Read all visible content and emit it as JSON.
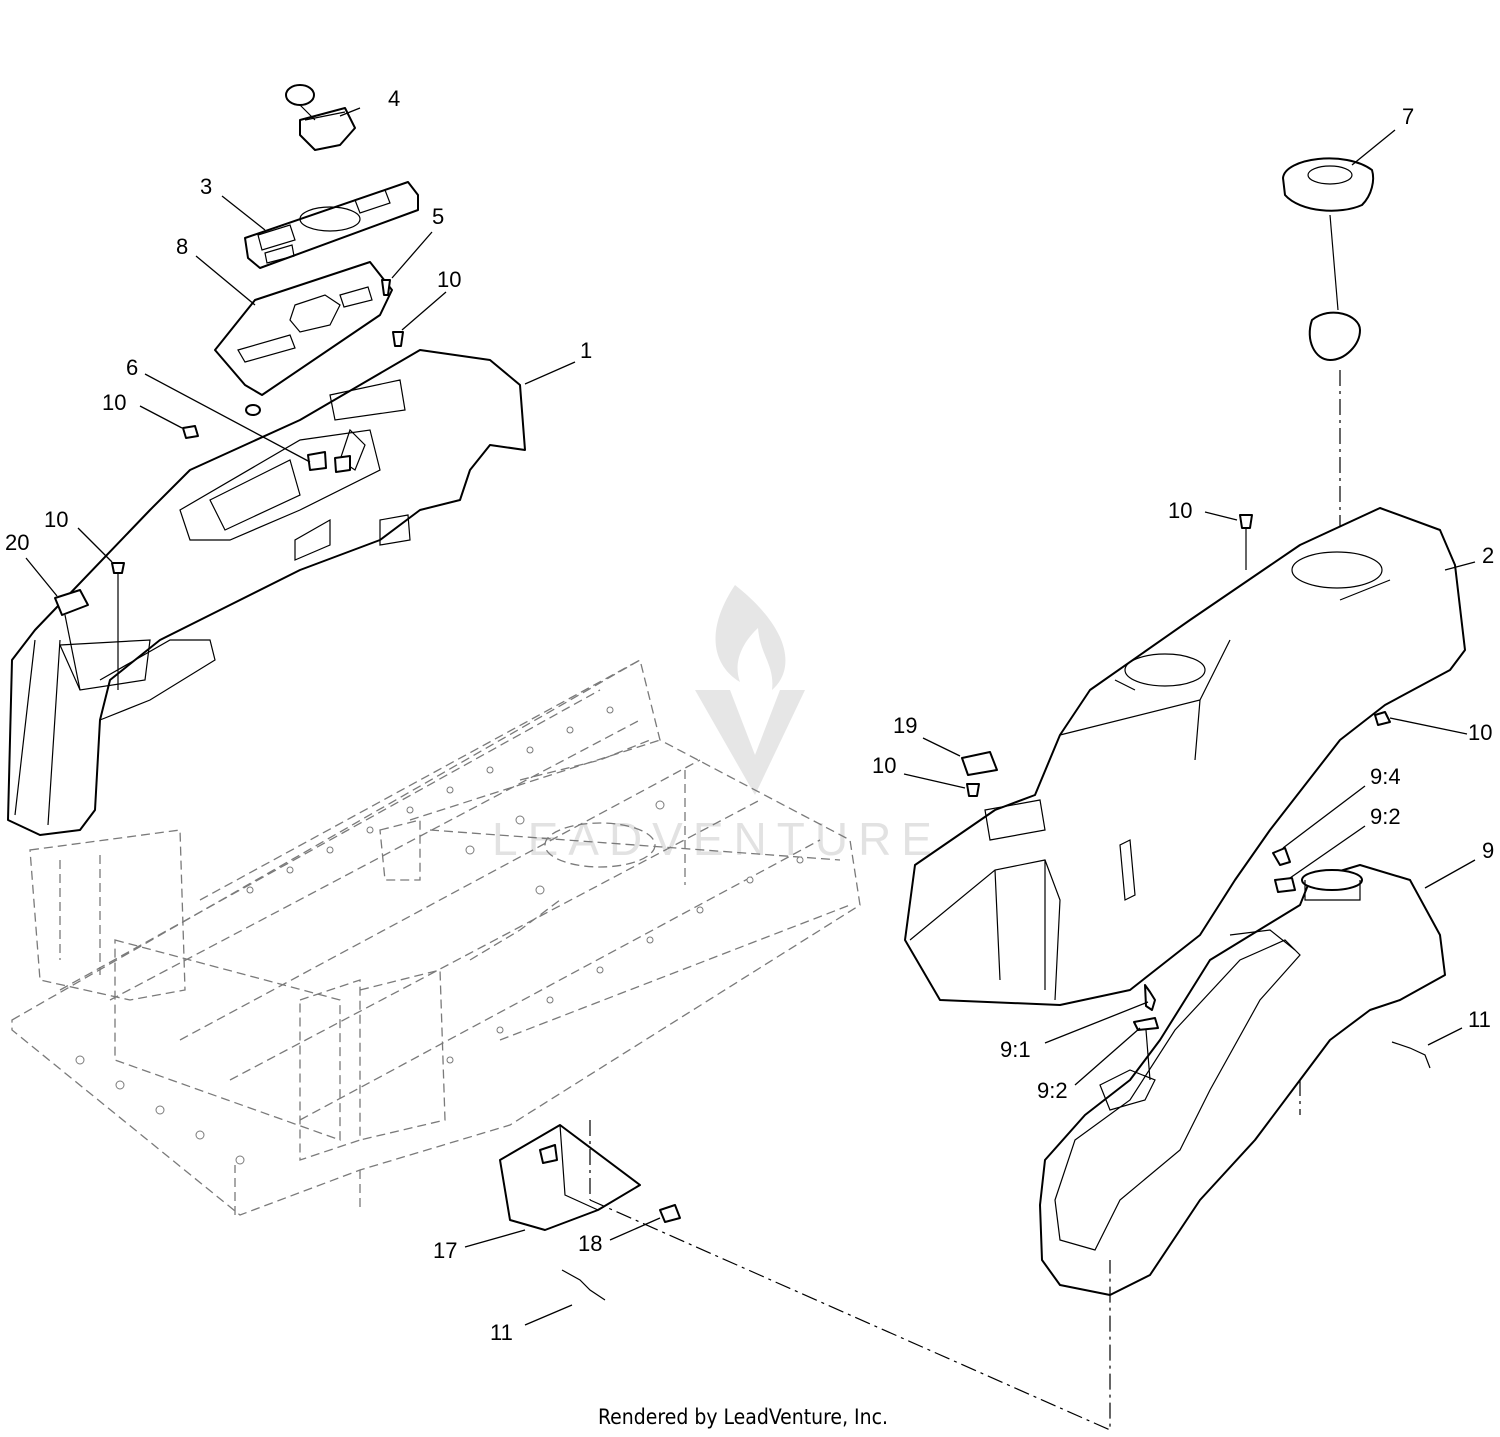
{
  "diagram": {
    "callouts": [
      {
        "id": "c4",
        "label": "4"
      },
      {
        "id": "c3",
        "label": "3"
      },
      {
        "id": "c5",
        "label": "5"
      },
      {
        "id": "c8",
        "label": "8"
      },
      {
        "id": "c10a",
        "label": "10"
      },
      {
        "id": "c1",
        "label": "1"
      },
      {
        "id": "c6",
        "label": "6"
      },
      {
        "id": "c10b",
        "label": "10"
      },
      {
        "id": "c10c",
        "label": "10"
      },
      {
        "id": "c20",
        "label": "20"
      },
      {
        "id": "c7",
        "label": "7"
      },
      {
        "id": "c10d",
        "label": "10"
      },
      {
        "id": "c2",
        "label": "2"
      },
      {
        "id": "c19",
        "label": "19"
      },
      {
        "id": "c10e",
        "label": "10"
      },
      {
        "id": "c10f",
        "label": "10"
      },
      {
        "id": "c94",
        "label": "9:4"
      },
      {
        "id": "c92a",
        "label": "9:2"
      },
      {
        "id": "c9",
        "label": "9"
      },
      {
        "id": "c91",
        "label": "9:1"
      },
      {
        "id": "c92b",
        "label": "9:2"
      },
      {
        "id": "c11a",
        "label": "11"
      },
      {
        "id": "c17",
        "label": "17"
      },
      {
        "id": "c18",
        "label": "18"
      },
      {
        "id": "c11b",
        "label": "11"
      }
    ],
    "watermark": "LEADVENTURE",
    "footer": "Rendered by LeadVenture, Inc."
  }
}
